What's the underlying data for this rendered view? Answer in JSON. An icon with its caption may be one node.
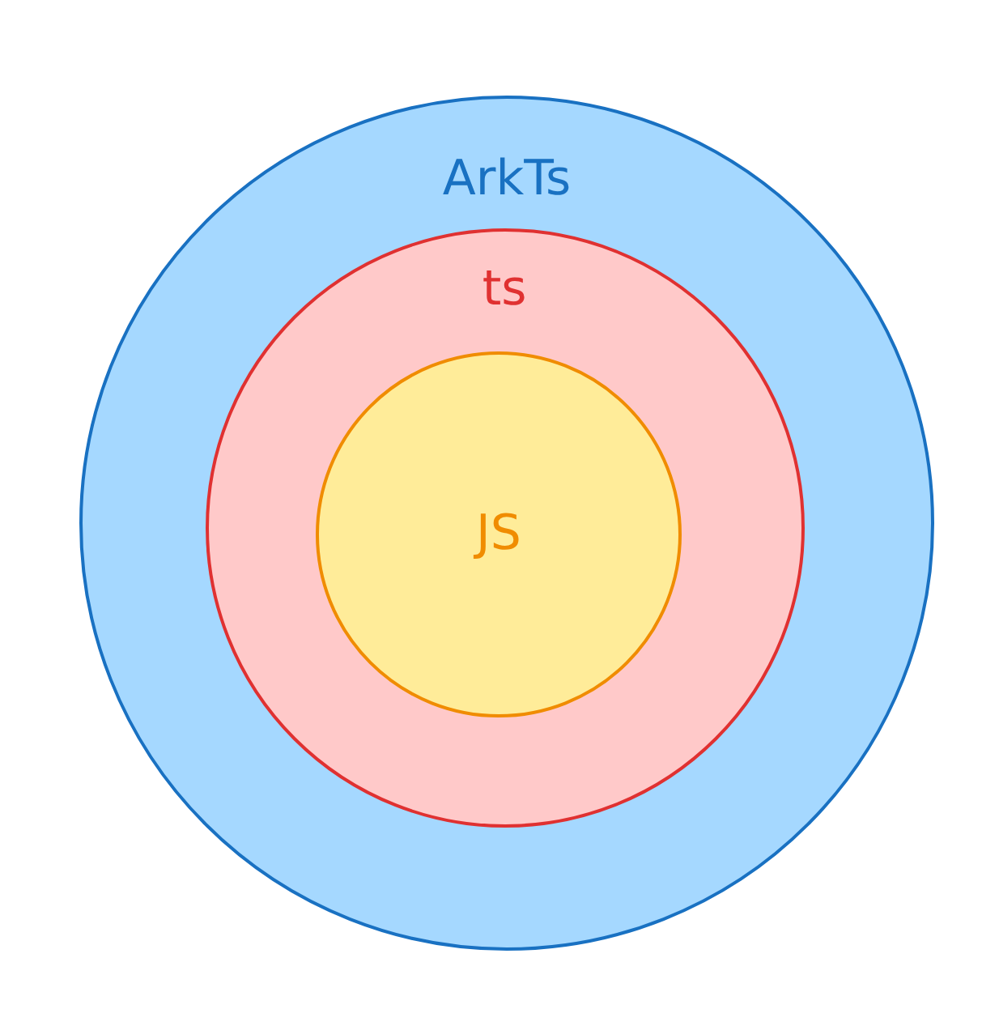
{
  "diagram": {
    "nodes": [
      {
        "text": [
          "ArkTs"
        ]
      },
      {
        "text": [
          "ts"
        ],
        "in": 0
      },
      {
        "text": [
          "JS"
        ],
        "in": 1
      }
    ]
  }
}
